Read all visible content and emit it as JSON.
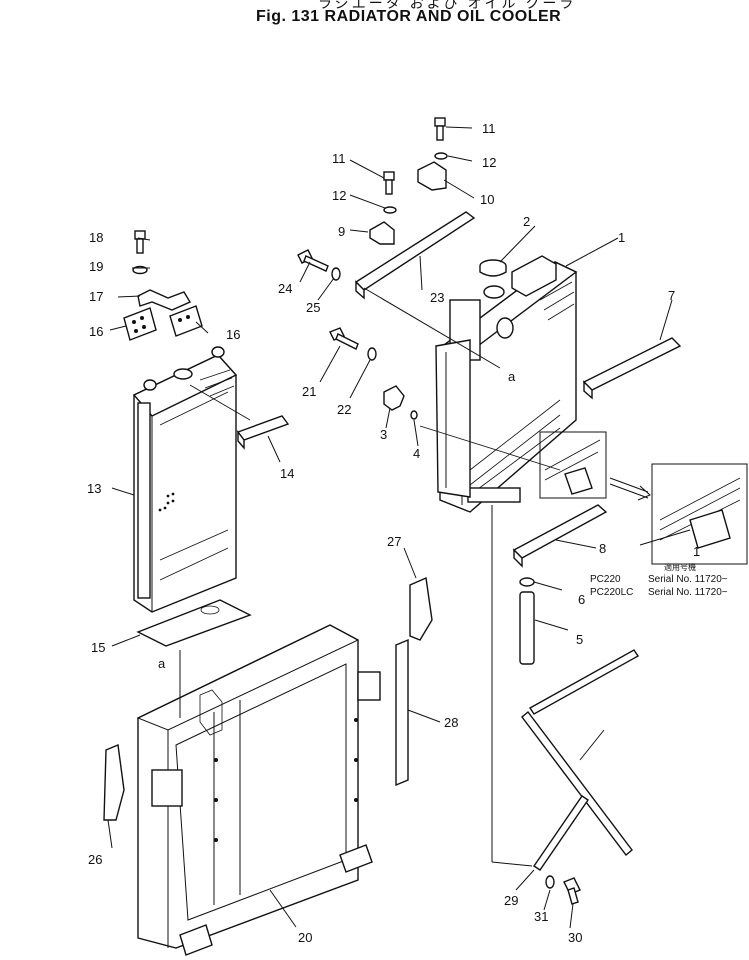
{
  "header": {
    "japanese_title": "ラジエータ および オイル クーラ",
    "figure_title": "Fig. 131   RADIATOR AND OIL COOLER"
  },
  "callouts": [
    {
      "id": "c1",
      "label": "1"
    },
    {
      "id": "c2",
      "label": "2"
    },
    {
      "id": "c3",
      "label": "3"
    },
    {
      "id": "c4",
      "label": "4"
    },
    {
      "id": "c5",
      "label": "5"
    },
    {
      "id": "c6",
      "label": "6"
    },
    {
      "id": "c7",
      "label": "7"
    },
    {
      "id": "c8",
      "label": "8"
    },
    {
      "id": "c9",
      "label": "9"
    },
    {
      "id": "c10",
      "label": "10"
    },
    {
      "id": "c11a",
      "label": "11"
    },
    {
      "id": "c11b",
      "label": "11"
    },
    {
      "id": "c12a",
      "label": "12"
    },
    {
      "id": "c12b",
      "label": "12"
    },
    {
      "id": "c13",
      "label": "13"
    },
    {
      "id": "c14",
      "label": "14"
    },
    {
      "id": "c15",
      "label": "15"
    },
    {
      "id": "c16a",
      "label": "16"
    },
    {
      "id": "c16b",
      "label": "16"
    },
    {
      "id": "c17",
      "label": "17"
    },
    {
      "id": "c18",
      "label": "18"
    },
    {
      "id": "c19",
      "label": "19"
    },
    {
      "id": "c20",
      "label": "20"
    },
    {
      "id": "c21",
      "label": "21"
    },
    {
      "id": "c22",
      "label": "22"
    },
    {
      "id": "c23",
      "label": "23"
    },
    {
      "id": "c24",
      "label": "24"
    },
    {
      "id": "c25",
      "label": "25"
    },
    {
      "id": "c26",
      "label": "26"
    },
    {
      "id": "c27",
      "label": "27"
    },
    {
      "id": "c28",
      "label": "28"
    },
    {
      "id": "c29",
      "label": "29"
    },
    {
      "id": "c30",
      "label": "30"
    },
    {
      "id": "c31",
      "label": "31"
    },
    {
      "id": "ca1",
      "label": "a"
    },
    {
      "id": "ca2",
      "label": "a"
    },
    {
      "id": "cdetail1",
      "label": "1"
    }
  ],
  "detail": {
    "applicability_jp": "適用号機",
    "models": [
      "PC220",
      "PC220LC"
    ],
    "serials": [
      "Serial No. 11720~",
      "Serial No. 11720~"
    ]
  }
}
